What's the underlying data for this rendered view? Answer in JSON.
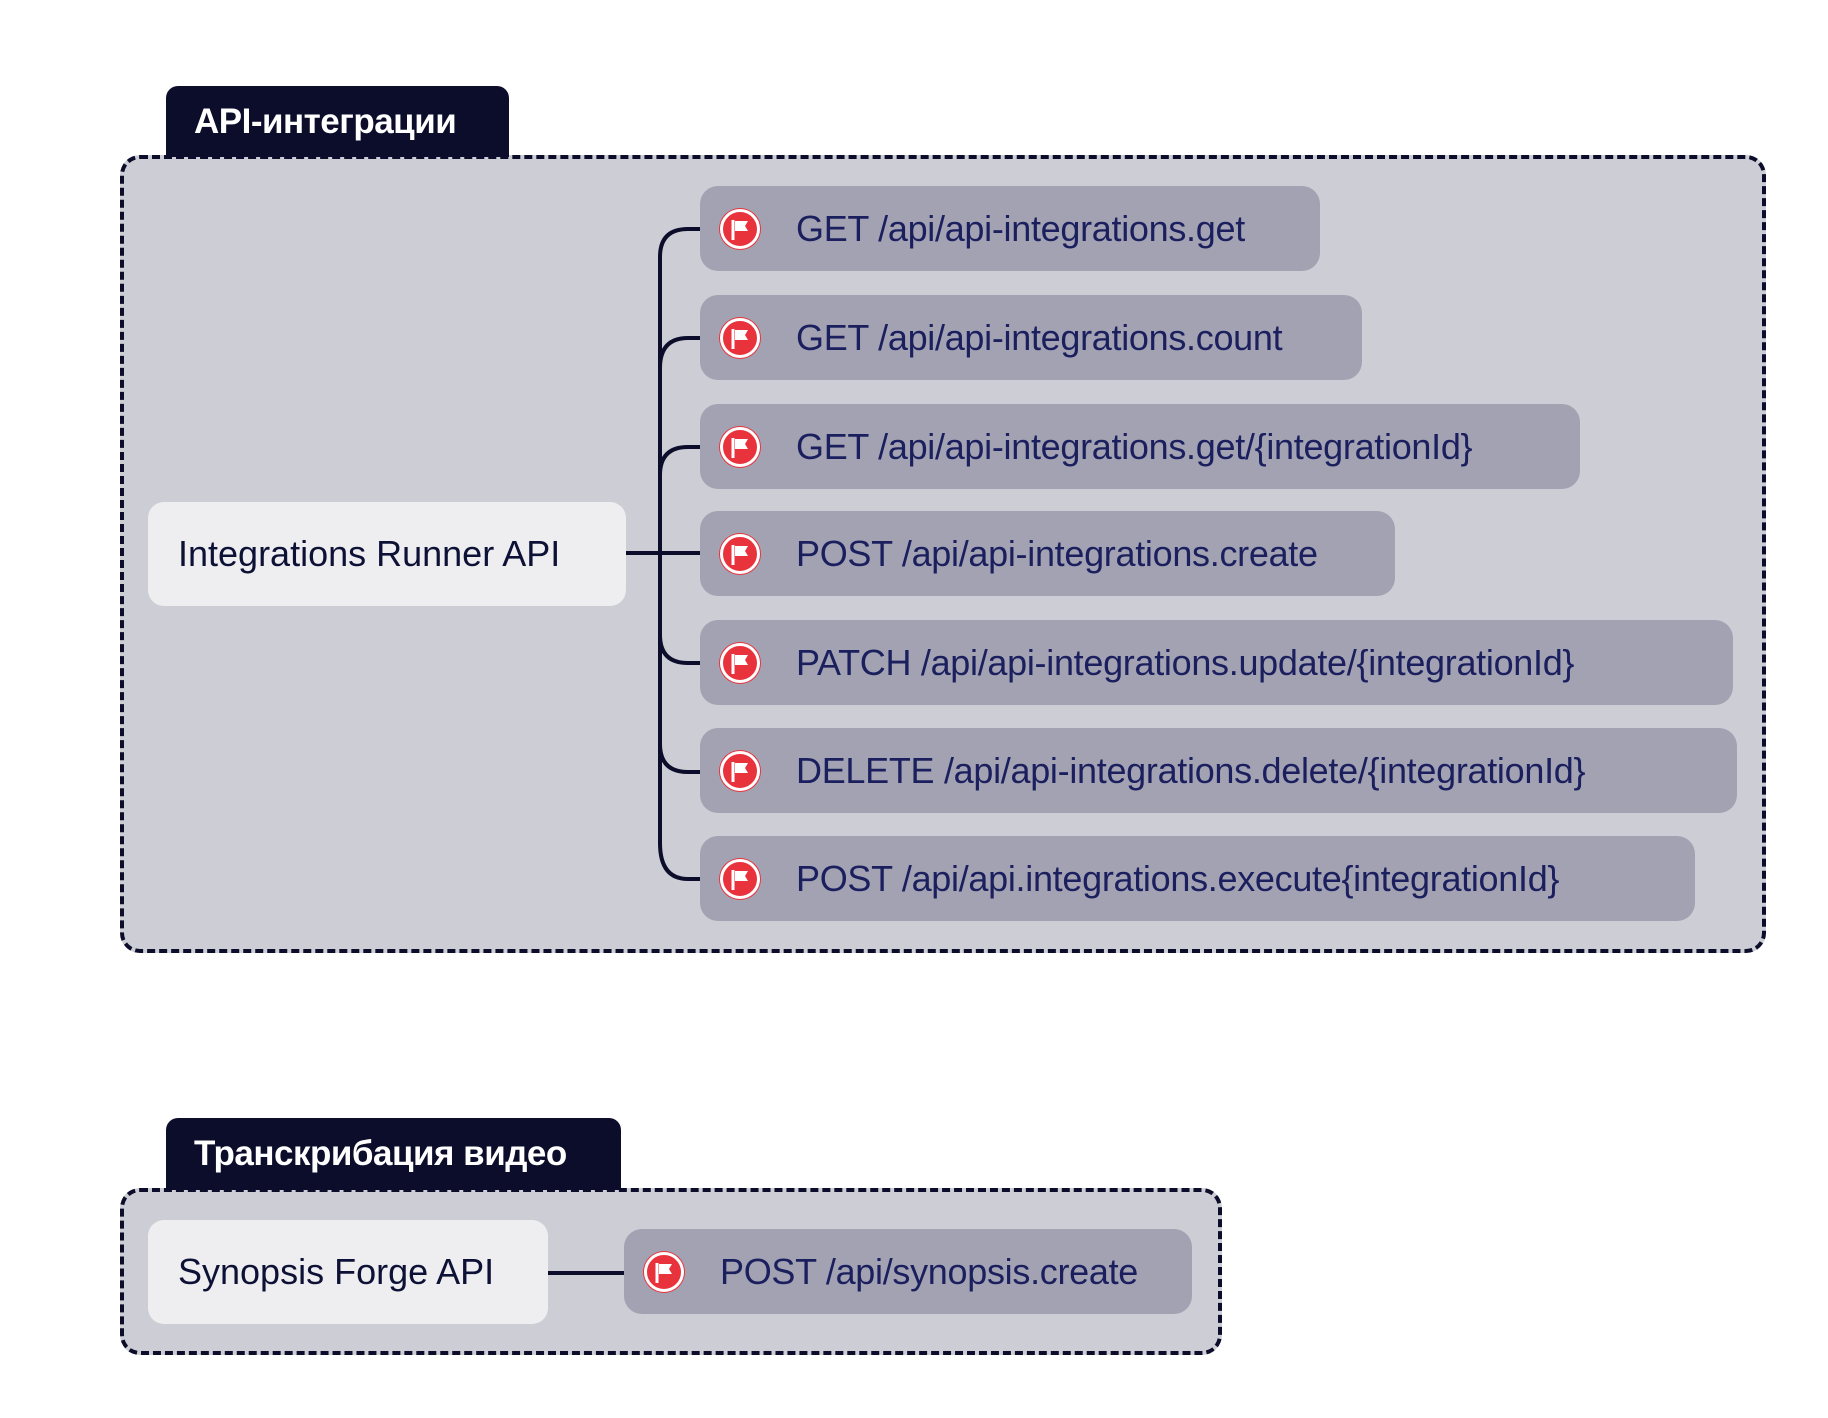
{
  "groups": [
    {
      "title": "API-интеграции",
      "service": "Integrations Runner API",
      "endpoints": [
        "GET /api/api-integrations.get",
        "GET /api/api-integrations.count",
        "GET /api/api-integrations.get/{integrationId}",
        "POST /api/api-integrations.create",
        "PATCH /api/api-integrations.update/{integrationId}",
        "DELETE /api/api-integrations.delete/{integrationId}",
        "POST /api/api.integrations.execute{integrationId}"
      ]
    },
    {
      "title": "Транскрибация видео",
      "service": "Synopsis Forge API",
      "endpoints": [
        "POST /api/synopsis.create"
      ]
    }
  ],
  "colors": {
    "group_fill": "#cdcdd5",
    "group_border": "#0b0d2a",
    "tab_fill": "#0b0d2a",
    "service_fill": "#eeeef0",
    "endpoint_fill": "#a2a2b3",
    "endpoint_text": "#1b1f5e",
    "flag_fill": "#e8323c"
  },
  "icons": {
    "endpoint": "flag-icon"
  }
}
